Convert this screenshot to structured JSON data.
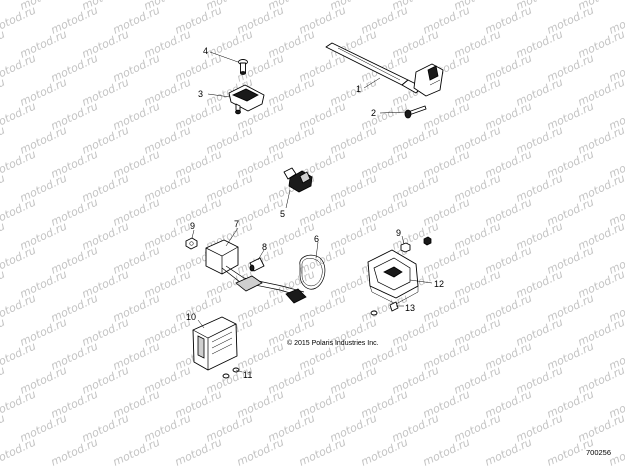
{
  "watermark": {
    "text": "motod.ru"
  },
  "callouts": [
    "1",
    "2",
    "3",
    "4",
    "5",
    "6",
    "7",
    "8",
    "9",
    "9",
    "10",
    "11",
    "12",
    "13"
  ],
  "copyright": "© 2015 Polaris Industries Inc.",
  "reference_number": "700256"
}
